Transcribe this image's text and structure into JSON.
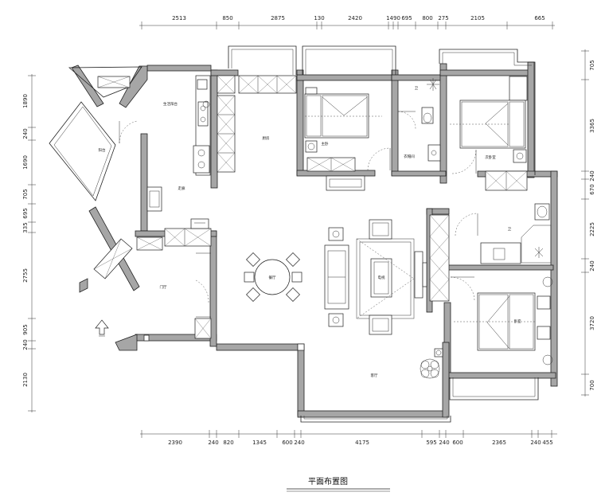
{
  "drawing_title": "平面布置图",
  "dimensions": {
    "top": [
      "2513",
      "850",
      "2875",
      "130",
      "2420",
      "1490",
      "695",
      "800",
      "275",
      "2105",
      "665"
    ],
    "bottom": [
      "2390",
      "240",
      "820",
      "1345",
      "600",
      "240",
      "4175",
      "595",
      "240",
      "600",
      "2365",
      "240",
      "455"
    ],
    "left": [
      "1890",
      "240",
      "1690",
      "705",
      "695",
      "335",
      "2755",
      "905",
      "240",
      "2130"
    ],
    "right": [
      "705",
      "3365",
      "240",
      "670",
      "2225",
      "240",
      "3720",
      "700"
    ]
  },
  "rooms": {
    "balcony_sw": "阳台",
    "living_balcony": "生活阳台",
    "kitchen": "厨房",
    "corridor": "走廊",
    "dining": "餐厅",
    "entry": "门厅",
    "master_bedroom": "主卧",
    "bathroom_1": "卫",
    "cloak": "衣帽间",
    "second_bedroom": "次卧室",
    "bathroom_2": "卫",
    "bedroom_3": "卧室",
    "living": "客厅",
    "tv_wall": "电视"
  }
}
